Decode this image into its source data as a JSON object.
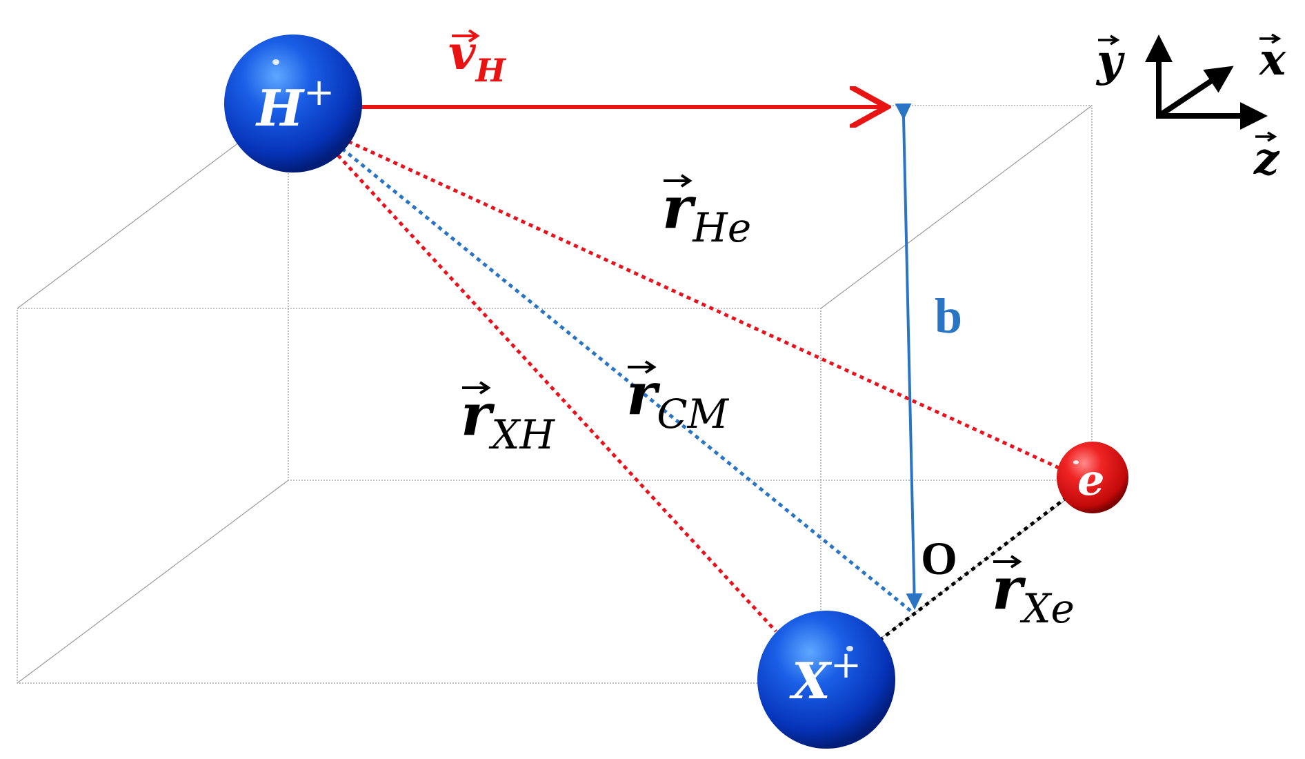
{
  "particles": {
    "h": {
      "symbol": "H",
      "charge": "+"
    },
    "x": {
      "symbol": "X",
      "charge": "+"
    },
    "e": {
      "symbol": "e"
    }
  },
  "vectors": {
    "v_h": {
      "base": "v",
      "sub": "H"
    },
    "r_he": {
      "base": "r",
      "sub": "He"
    },
    "r_xh": {
      "base": "r",
      "sub": "XH"
    },
    "r_cm": {
      "base": "r",
      "sub": "CM"
    },
    "r_xe": {
      "base": "r",
      "sub": "Xe"
    }
  },
  "impact_parameter": "b",
  "origin": "O",
  "axes": {
    "x": "x",
    "y": "y",
    "z": "z"
  },
  "colors": {
    "ion_blue": "#0a47d6",
    "electron_red": "#e8121c",
    "velocity_red": "#e81414",
    "dotted_red": "#e8121c",
    "dotted_blue": "#2a74c4",
    "b_arrow_blue": "#2a74c4",
    "box_gray": "#9a9a9a"
  }
}
